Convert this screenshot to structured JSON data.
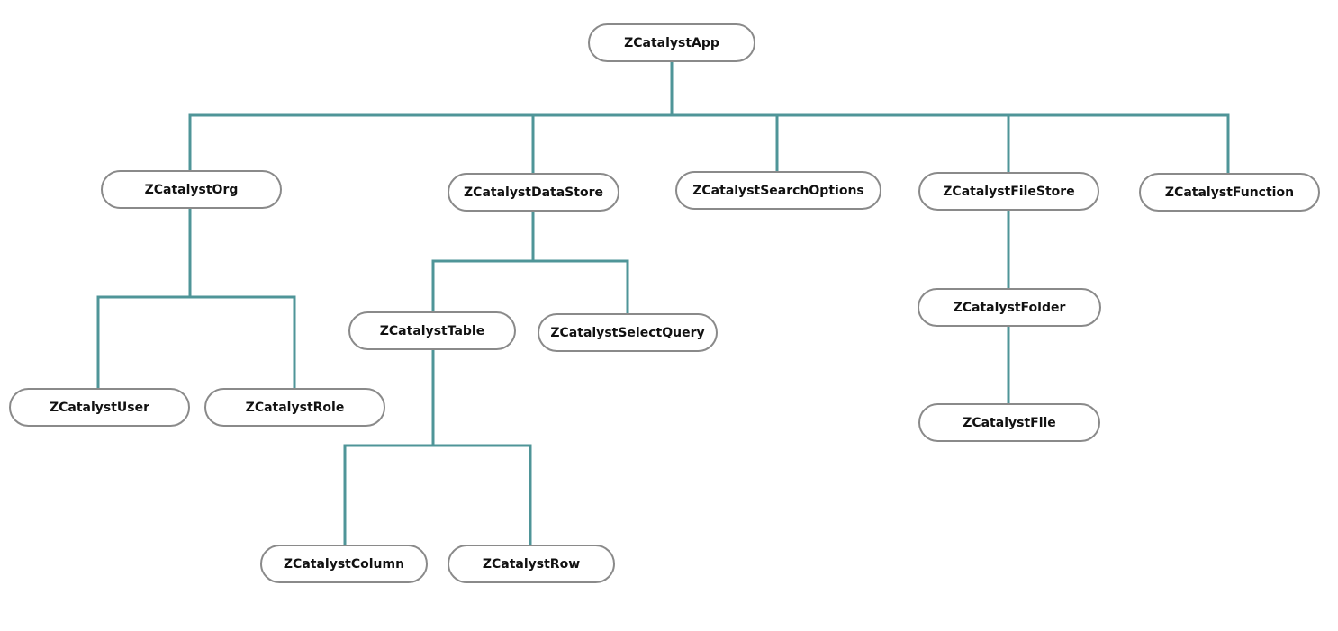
{
  "colors": {
    "connector": "#4f9598",
    "node_border": "#8a8a8a",
    "node_fill": "#ffffff",
    "text": "#111111"
  },
  "nodes": {
    "app": "ZCatalystApp",
    "org": "ZCatalystOrg",
    "datastore": "ZCatalystDataStore",
    "search_options": "ZCatalystSearchOptions",
    "filestore": "ZCatalystFileStore",
    "function": "ZCatalystFunction",
    "table": "ZCatalystTable",
    "select_query": "ZCatalystSelectQuery",
    "folder": "ZCatalystFolder",
    "user": "ZCatalystUser",
    "role": "ZCatalystRole",
    "file": "ZCatalystFile",
    "column": "ZCatalystColumn",
    "row": "ZCatalystRow"
  }
}
